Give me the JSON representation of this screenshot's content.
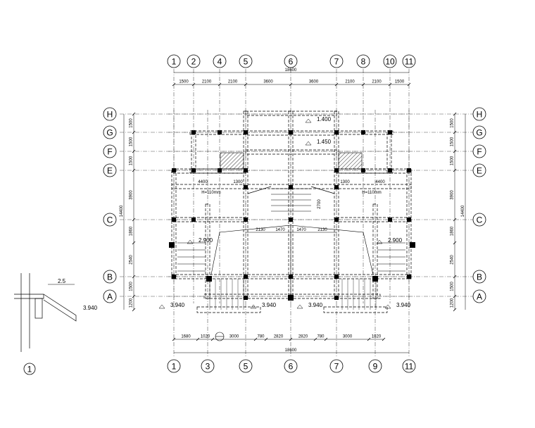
{
  "axes": {
    "top": [
      "1",
      "2",
      "4",
      "5",
      "6",
      "7",
      "8",
      "10",
      "11"
    ],
    "bottom": [
      "1",
      "3",
      "5",
      "6",
      "7",
      "9",
      "11"
    ],
    "left": [
      "H",
      "G",
      "F",
      "E",
      "C",
      "B",
      "A"
    ],
    "right": [
      "H",
      "G",
      "F",
      "E",
      "C",
      "B",
      "A"
    ]
  },
  "dims": {
    "total_width": "18600",
    "total_depth": "14400",
    "top": [
      "1500",
      "2100",
      "2100",
      "3600",
      "3600",
      "2100",
      "2100",
      "1500"
    ],
    "bottom": [
      "1680",
      "1020",
      "3000",
      "780",
      "2820",
      "2820",
      "780",
      "3000",
      "1020"
    ],
    "left": [
      "1500",
      "1500",
      "1500",
      "3900",
      "1860",
      "2540",
      "1500",
      "1200"
    ],
    "right": [
      "1500",
      "1500",
      "1500",
      "3900",
      "1860",
      "2540",
      "1500",
      "1200"
    ],
    "inner": [
      "4400",
      "1300",
      "1300",
      "4400",
      "2130",
      "1470",
      "1470",
      "2130",
      "2700"
    ]
  },
  "annotations": {
    "levels": [
      "1.400",
      "1.450",
      "2.900",
      "2.900",
      "3.940",
      "3.940",
      "3.940",
      "3.940"
    ],
    "slab_left": "H=110mm",
    "slab_right": "H=110mm",
    "detail_dim": "2.5",
    "detail_level": "3.940",
    "detail_mark": "1"
  }
}
